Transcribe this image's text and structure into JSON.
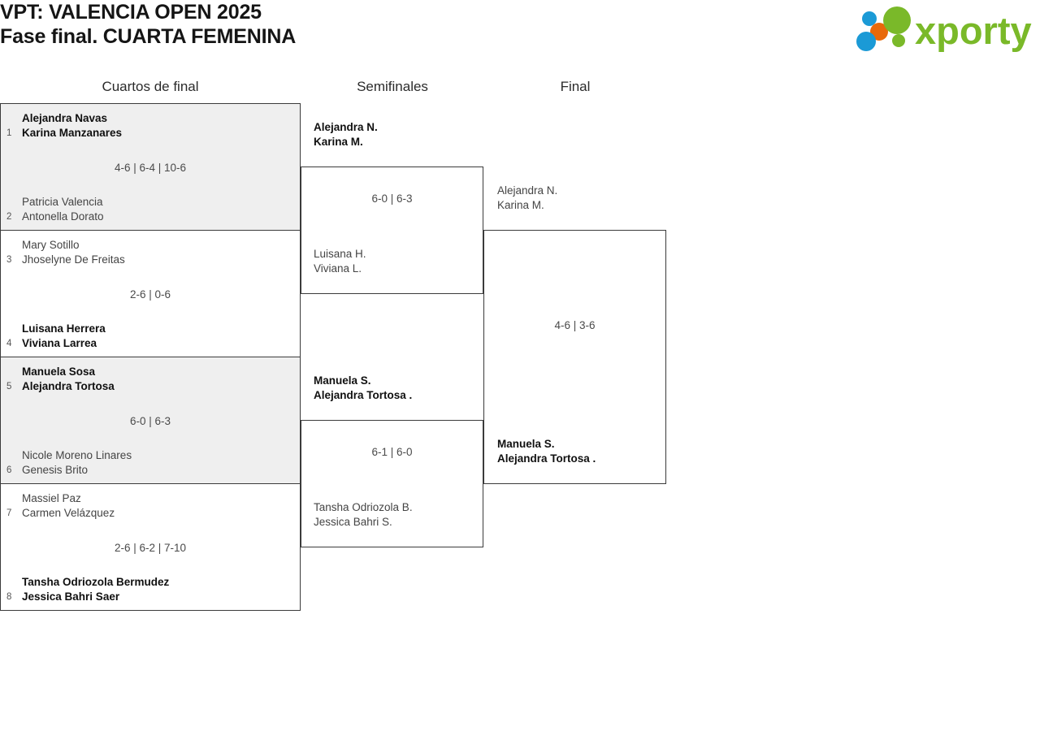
{
  "header": {
    "title_line1": "VPT: VALENCIA OPEN 2025",
    "title_line2": "Fase final. CUARTA FEMENINA",
    "logo_text": "xporty",
    "logo_colors": {
      "green": "#7ab929",
      "blue": "#1b9ad6",
      "orange": "#e8690b"
    }
  },
  "columns": [
    {
      "label": "Cuartos de final"
    },
    {
      "label": "Semifinales"
    },
    {
      "label": "Final"
    }
  ],
  "rounds": {
    "quarterfinals": [
      {
        "shaded": true,
        "score": "4-6 | 6-4 | 10-6",
        "top": {
          "seed": "1",
          "player1": "Alejandra Navas",
          "player2": "Karina Manzanares",
          "winner": true
        },
        "bottom": {
          "seed": "2",
          "player1": "Patricia Valencia",
          "player2": "Antonella Dorato",
          "winner": false
        }
      },
      {
        "shaded": false,
        "score": "2-6 | 0-6",
        "top": {
          "seed": "3",
          "player1": "Mary Sotillo",
          "player2": "Jhoselyne De Freitas",
          "winner": false
        },
        "bottom": {
          "seed": "4",
          "player1": "Luisana Herrera",
          "player2": "Viviana Larrea",
          "winner": true
        }
      },
      {
        "shaded": true,
        "score": "6-0 | 6-3",
        "top": {
          "seed": "5",
          "player1": "Manuela Sosa",
          "player2": "Alejandra Tortosa",
          "winner": true
        },
        "bottom": {
          "seed": "6",
          "player1": "Nicole Moreno Linares",
          "player2": "Genesis Brito",
          "winner": false
        }
      },
      {
        "shaded": false,
        "score": "2-6 | 6-2 | 7-10",
        "top": {
          "seed": "7",
          "player1": "Massiel Paz",
          "player2": "Carmen Velázquez",
          "winner": false
        },
        "bottom": {
          "seed": "8",
          "player1": "Tansha Odriozola Bermudez",
          "player2": "Jessica Bahri Saer",
          "winner": true
        }
      }
    ],
    "semifinals": [
      {
        "score": "6-0 | 6-3",
        "top": {
          "player1": "Alejandra N.",
          "player2": "Karina M.",
          "winner": true
        },
        "bottom": {
          "player1": "Luisana H.",
          "player2": "Viviana L.",
          "winner": false
        }
      },
      {
        "score": "6-1 | 6-0",
        "top": {
          "player1": "Manuela S.",
          "player2": "Alejandra Tortosa .",
          "winner": true
        },
        "bottom": {
          "player1": "Tansha Odriozola B.",
          "player2": "Jessica Bahri S.",
          "winner": false
        }
      }
    ],
    "final": [
      {
        "score": "4-6 | 3-6",
        "top": {
          "player1": "Alejandra N.",
          "player2": "Karina M.",
          "winner": false
        },
        "bottom": {
          "player1": "Manuela S.",
          "player2": "Alejandra Tortosa .",
          "winner": true
        }
      }
    ]
  }
}
